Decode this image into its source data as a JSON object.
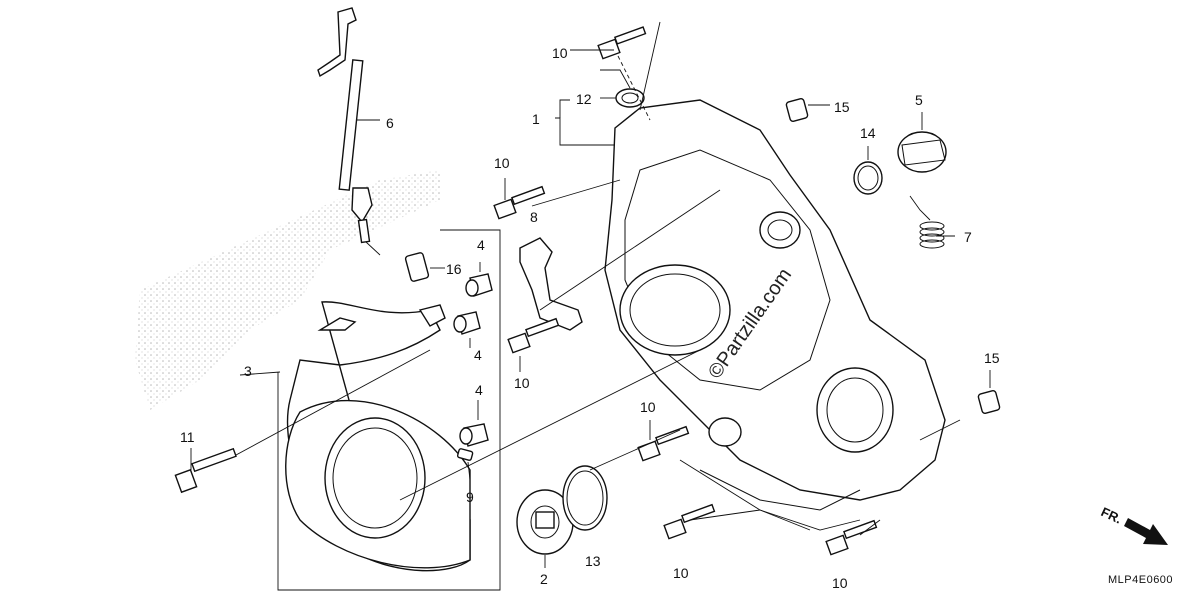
{
  "labels": [
    {
      "id": "l1",
      "text": "1"
    },
    {
      "id": "l2",
      "text": "2"
    },
    {
      "id": "l3",
      "text": "3"
    },
    {
      "id": "l4a",
      "text": "4"
    },
    {
      "id": "l4b",
      "text": "4"
    },
    {
      "id": "l4c",
      "text": "4"
    },
    {
      "id": "l5",
      "text": "5"
    },
    {
      "id": "l6",
      "text": "6"
    },
    {
      "id": "l7",
      "text": "7"
    },
    {
      "id": "l8",
      "text": "8"
    },
    {
      "id": "l9",
      "text": "9"
    },
    {
      "id": "l10a",
      "text": "10"
    },
    {
      "id": "l10b",
      "text": "10"
    },
    {
      "id": "l10c",
      "text": "10"
    },
    {
      "id": "l10d",
      "text": "10"
    },
    {
      "id": "l10e",
      "text": "10"
    },
    {
      "id": "l10f",
      "text": "10"
    },
    {
      "id": "l11",
      "text": "11"
    },
    {
      "id": "l12",
      "text": "12"
    },
    {
      "id": "l13",
      "text": "13"
    },
    {
      "id": "l14",
      "text": "14"
    },
    {
      "id": "l15a",
      "text": "15"
    },
    {
      "id": "l15b",
      "text": "15"
    },
    {
      "id": "l16",
      "text": "16"
    }
  ],
  "watermark": "©Partzilla.com",
  "direction_label": "FR.",
  "diagram_code": "MLP4E0600"
}
